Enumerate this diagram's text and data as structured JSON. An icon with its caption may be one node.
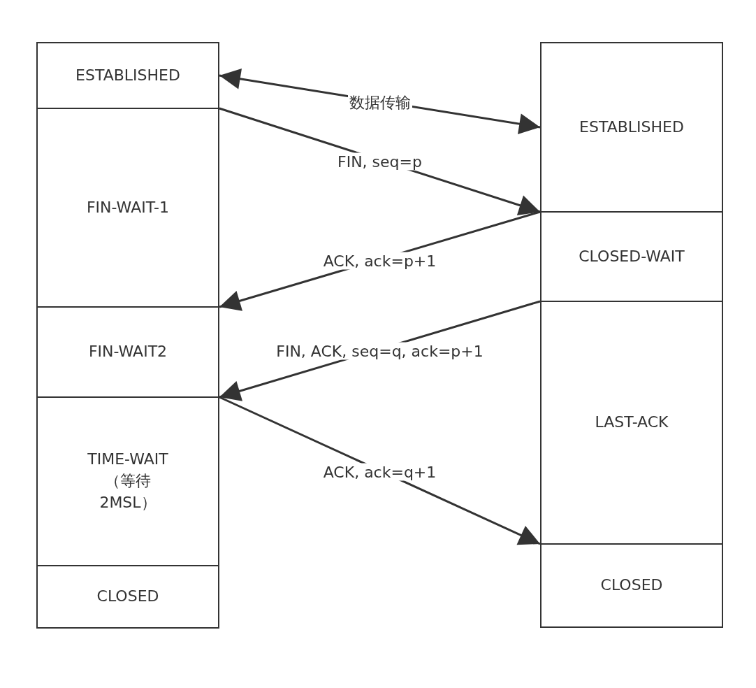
{
  "diagram": {
    "nodes": [
      {
        "text": [
          "ESTABLISHED"
        ]
      },
      {
        "text": [
          "FIN-WAIT-1"
        ]
      },
      {
        "text": [
          "FIN-WAIT2"
        ]
      },
      {
        "text": [
          "TIME-WAIT （等待 2MSL）"
        ]
      },
      {
        "text": [
          "CLOSED"
        ]
      },
      {
        "text": [
          "ESTABLISHED"
        ]
      },
      {
        "text": [
          "CLOSED-WAIT"
        ]
      },
      {
        "text": [
          "LAST-ACK"
        ]
      },
      {
        "text": [
          "CLOSED"
        ]
      }
    ],
    "edges": [
      {
        "from": 0,
        "to": 5,
        "arrow": "both",
        "label": "数据传输"
      },
      {
        "from": 1,
        "to": 6,
        "arrow": "to",
        "label": "FIN, seq=p"
      },
      {
        "from": 6,
        "to": 2,
        "arrow": "to",
        "label": "ACK, ack=p+1"
      },
      {
        "from": 7,
        "to": 3,
        "arrow": "to",
        "label": "FIN, ACK, seq=q, ack=p+1"
      },
      {
        "from": 3,
        "to": 8,
        "arrow": "to",
        "label": "ACK, ack=q+1"
      }
    ]
  }
}
